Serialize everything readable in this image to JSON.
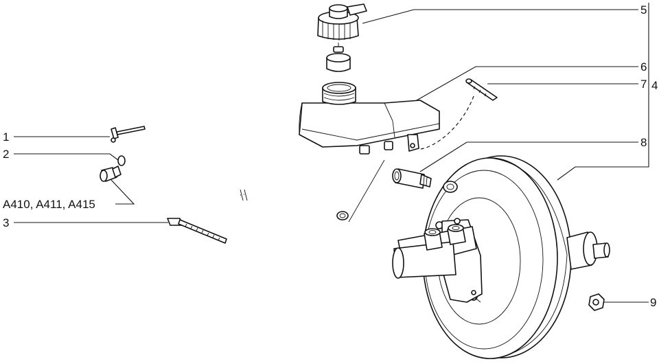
{
  "callouts": {
    "c1": "1",
    "c2": "2",
    "c3": "3",
    "c4": "4",
    "c5": "5",
    "c6": "6",
    "c7": "7",
    "c8": "8",
    "c9": "9",
    "variant": "A410, A411, A415"
  },
  "colors": {
    "ink": "#111111",
    "background": "#ffffff"
  }
}
